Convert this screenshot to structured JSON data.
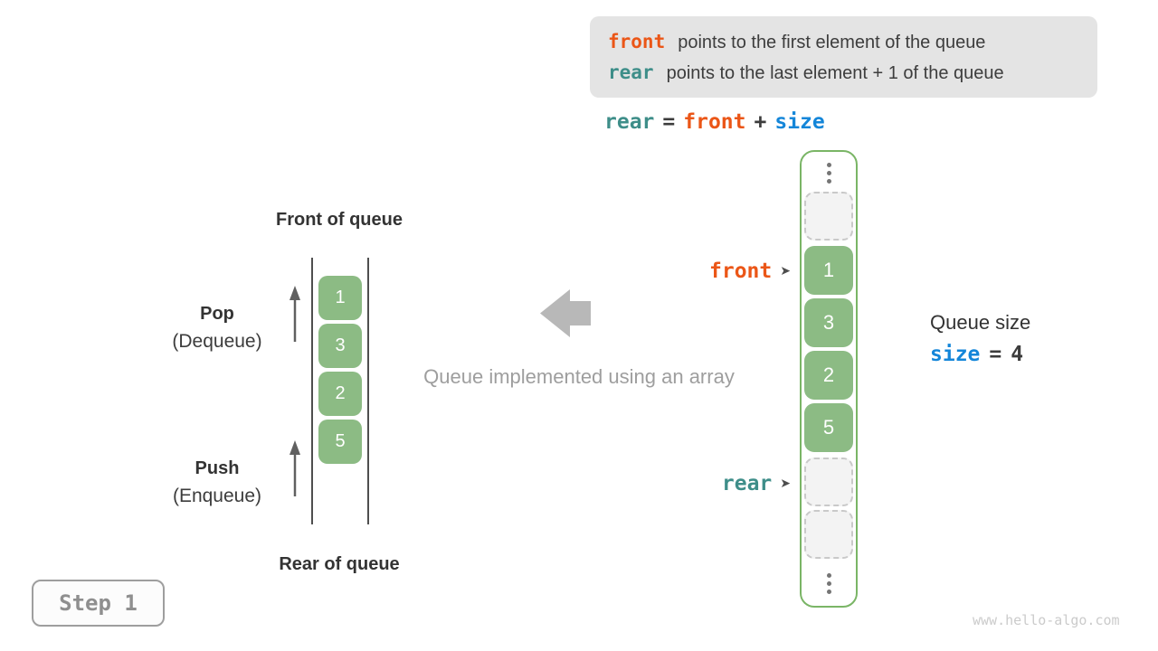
{
  "colors": {
    "accent_orange": "#EB5617",
    "accent_teal": "#3E8E89",
    "accent_blue": "#1486D9",
    "cell_green": "#8CBB84",
    "array_border_green": "#7AB566",
    "info_box_bg": "#E4E4E4"
  },
  "info_box": {
    "line1_code": "front",
    "line1_text": "points to the first element of the queue",
    "line2_code": "rear",
    "line2_text": "points to the last element + 1 of the queue"
  },
  "formula": {
    "lhs": "rear",
    "equals": "=",
    "operand1": "front",
    "operator": "+",
    "operand2": "size"
  },
  "queue_illustration": {
    "front_label": "Front of queue",
    "rear_label": "Rear of queue",
    "pop_label": "Pop",
    "pop_sublabel": "(Dequeue)",
    "push_label": "Push",
    "push_sublabel": "(Enqueue)",
    "values": [
      "1",
      "3",
      "2",
      "5"
    ]
  },
  "center": {
    "caption": "Queue implemented using an array"
  },
  "array_illustration": {
    "front_pointer": "front",
    "rear_pointer": "rear",
    "pointer_arrow": "➤",
    "values": [
      "1",
      "3",
      "2",
      "5"
    ]
  },
  "size_panel": {
    "title": "Queue size",
    "code": "size",
    "equals": "=",
    "value": "4"
  },
  "step_badge": "Step 1",
  "watermark": "www.hello-algo.com"
}
